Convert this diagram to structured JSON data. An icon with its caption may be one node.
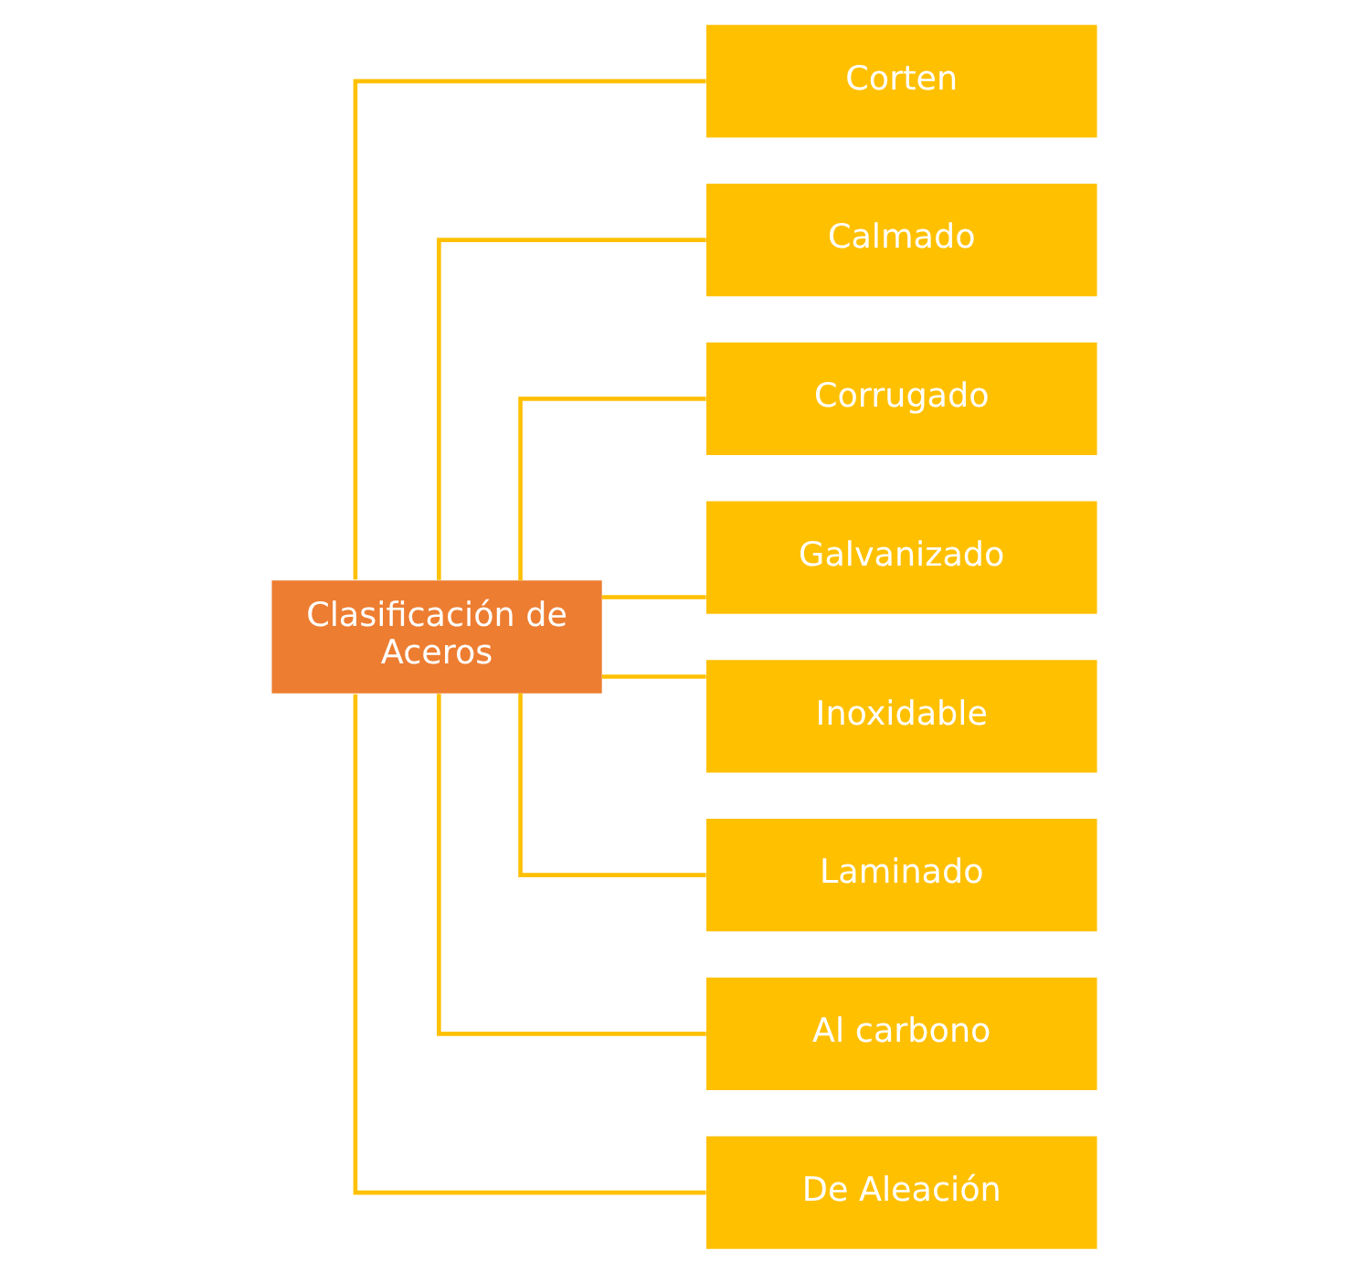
{
  "diagram": {
    "nodes": [
      {
        "text": [
          "Clasificación de Aceros"
        ]
      },
      {
        "text": [
          "Corten"
        ]
      },
      {
        "text": [
          "Calmado"
        ]
      },
      {
        "text": [
          "Corrugado"
        ]
      },
      {
        "text": [
          "Galvanizado"
        ]
      },
      {
        "text": [
          "Inoxidable"
        ]
      },
      {
        "text": [
          "Laminado"
        ]
      },
      {
        "text": [
          "Al carbono"
        ]
      },
      {
        "text": [
          "De Aleación"
        ]
      }
    ],
    "edges": [
      {
        "from": 0,
        "to": 1,
        "arrow": "none"
      },
      {
        "from": 0,
        "to": 2,
        "arrow": "none"
      },
      {
        "from": 0,
        "to": 3,
        "arrow": "none"
      },
      {
        "from": 0,
        "to": 4,
        "arrow": "none"
      },
      {
        "from": 0,
        "to": 5,
        "arrow": "none"
      },
      {
        "from": 0,
        "to": 6,
        "arrow": "none"
      },
      {
        "from": 0,
        "to": 7,
        "arrow": "none"
      },
      {
        "from": 0,
        "to": 8,
        "arrow": "none"
      }
    ]
  }
}
